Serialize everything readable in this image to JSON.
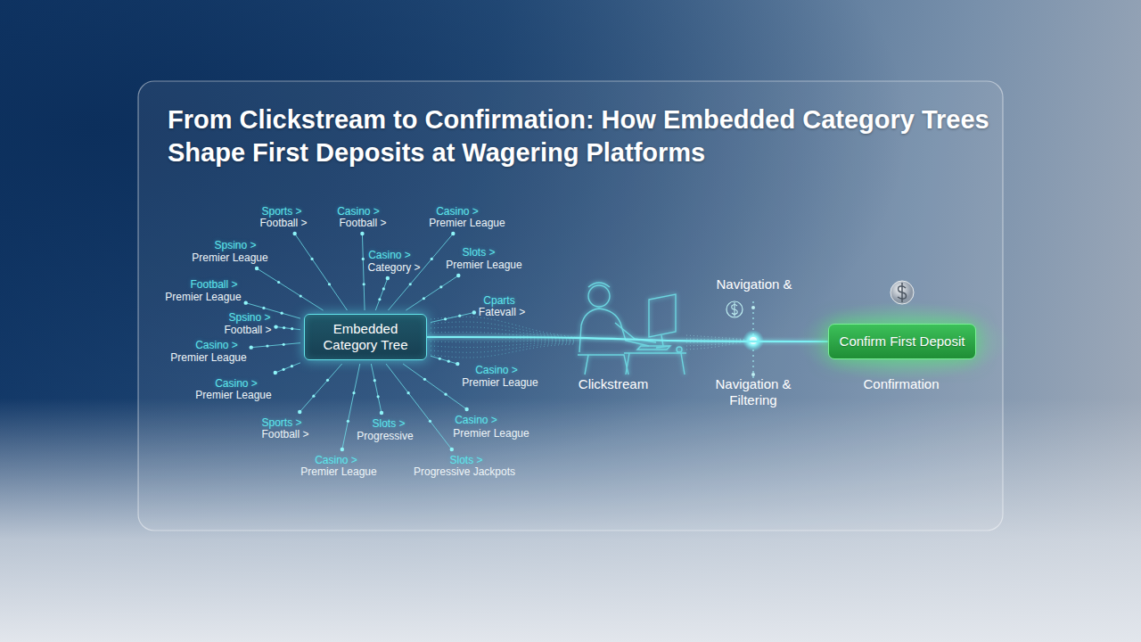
{
  "diagram": {
    "title": "From Clickstream to Confirmation: How Embedded Category Trees Shape First Deposits at Wagering Platforms",
    "nodes": [
      {
        "text": [
          "Embedded Category Tree"
        ]
      },
      {
        "text": [
          "Confirm First Deposit"
        ]
      }
    ],
    "edges": [
      {
        "from": 0,
        "to": 1,
        "arrow": "none"
      }
    ],
    "labels": [
      "Sports >",
      "Football >",
      "Casino >",
      "Football >",
      "Casino >",
      "Premier League",
      "Spsino >",
      "Premier League",
      "Casino >",
      "Category >",
      "Slots >",
      "Premier League",
      "Football >",
      "Premier League",
      "Cparts",
      "Fatevall >",
      "Spsino >",
      "Football >",
      "Casino >",
      "Premier League",
      "Casino >",
      "Premier League",
      "Casino >",
      "Premier League",
      "Sports >",
      "Football >",
      "Slots >",
      "Progressive",
      "Casino >",
      "Premier League",
      "Casino >",
      "Premier League",
      "Slots >",
      "Progressive Jackpots",
      "Navigation &",
      "Clickstream",
      "Navigation & Filtering",
      "Confirmation"
    ]
  }
}
